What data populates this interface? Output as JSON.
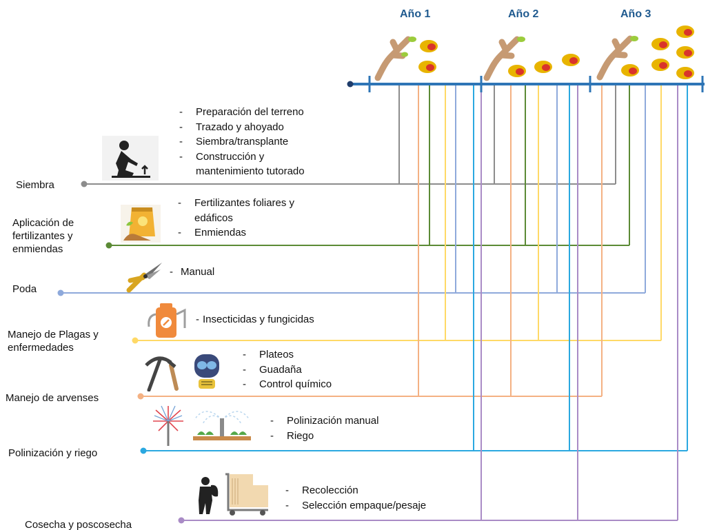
{
  "years": [
    "Año 1",
    "Año 2",
    "Año 3"
  ],
  "activities": [
    {
      "key": "siembra",
      "label": "Siembra",
      "color": "#8c8c8c",
      "icon": "planting-person-icon",
      "items": [
        "Preparación del terreno",
        "Trazado y ahoyado",
        "Siembra/transplante",
        "Construcción y",
        "mantenimiento tutorado"
      ]
    },
    {
      "key": "fertilizantes",
      "label": "Aplicación de fertilizantes y enmiendas",
      "color": "#5b8a35",
      "icon": "fertilizer-bag-icon",
      "items": [
        "Fertilizantes foliares y",
        "edáficos",
        "Enmiendas"
      ]
    },
    {
      "key": "poda",
      "label": "Poda",
      "color": "#8ea9db",
      "icon": "pruning-shears-icon",
      "items": [
        "Manual"
      ]
    },
    {
      "key": "plagas",
      "label": "Manejo de Plagas y enfermedades",
      "color": "#ffd966",
      "icon": "backpack-sprayer-icon",
      "items": [
        "Insecticidas y fungicidas"
      ]
    },
    {
      "key": "arvenses",
      "label": "Manejo de arvenses",
      "color": "#f4b183",
      "icon": "pickaxe-and-gas-mask-icon",
      "items": [
        "Plateos",
        "Guadaña",
        "Control químico"
      ]
    },
    {
      "key": "polinizacion",
      "label": "Polinización y riego",
      "color": "#2aa8e0",
      "icon": "pollination-and-sprinkler-icon",
      "items": [
        "Polinización manual",
        "Riego"
      ]
    },
    {
      "key": "cosecha",
      "label": "Cosecha y poscosecha",
      "color": "#a98bc6",
      "icon": "harvester-and-boxes-icon",
      "items": [
        "Recolección",
        "Selección empaque/pesaje"
      ]
    }
  ],
  "timeline_color": "#2e75b6",
  "fruit_color": "#e0a400"
}
